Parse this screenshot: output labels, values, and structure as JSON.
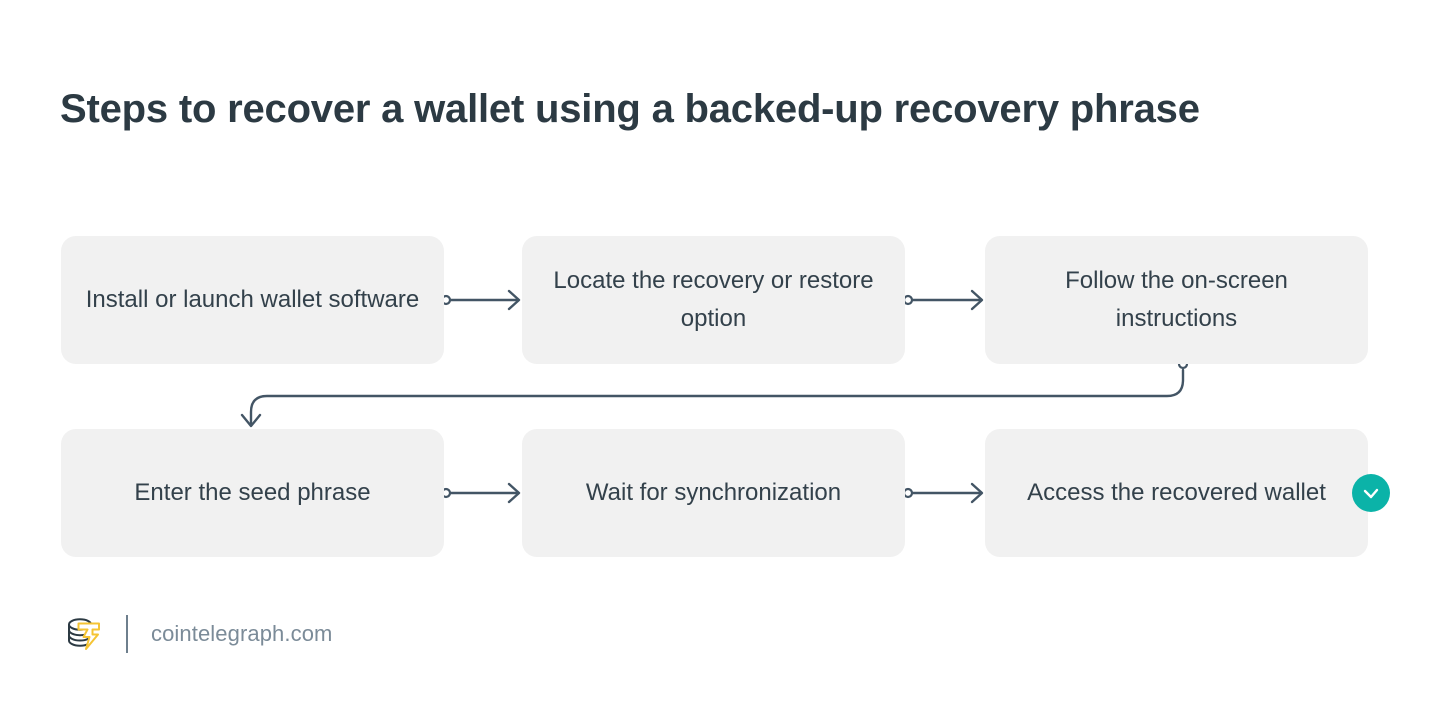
{
  "page": {
    "background_color": "#ffffff",
    "title": "Steps to recover a wallet using a backed-up recovery phrase"
  },
  "flow": {
    "box_fill_color": "#f1f1f1",
    "box_text_color": "#33414b",
    "connector_color": "#435565",
    "steps": [
      {
        "id": 1,
        "label": "Install or launch wallet software"
      },
      {
        "id": 2,
        "label": "Locate the recovery or restore option"
      },
      {
        "id": 3,
        "label": "Follow the on-screen instructions"
      },
      {
        "id": 4,
        "label": "Enter the seed phrase"
      },
      {
        "id": 5,
        "label": "Wait for synchronization"
      },
      {
        "id": 6,
        "label": "Access the recovered wallet"
      }
    ],
    "connectors": [
      {
        "from": 1,
        "to": 2,
        "kind": "arrow-right"
      },
      {
        "from": 2,
        "to": 3,
        "kind": "arrow-right"
      },
      {
        "from": 3,
        "to": 4,
        "kind": "curved-wrap-down-left"
      },
      {
        "from": 4,
        "to": 5,
        "kind": "arrow-right"
      },
      {
        "from": 5,
        "to": 6,
        "kind": "arrow-right"
      }
    ],
    "completion_badge": {
      "icon": "check-circle-icon",
      "color": "#0bb3a8",
      "glyph_color": "#ffffff"
    }
  },
  "footer": {
    "logo_icon": "cointelegraph-coins-bolt-logo",
    "site_name": "cointelegraph.com",
    "text_color": "#7b8b98",
    "logo_bolt_color": "#f5c434",
    "logo_coin_color": "#2c3a43"
  }
}
